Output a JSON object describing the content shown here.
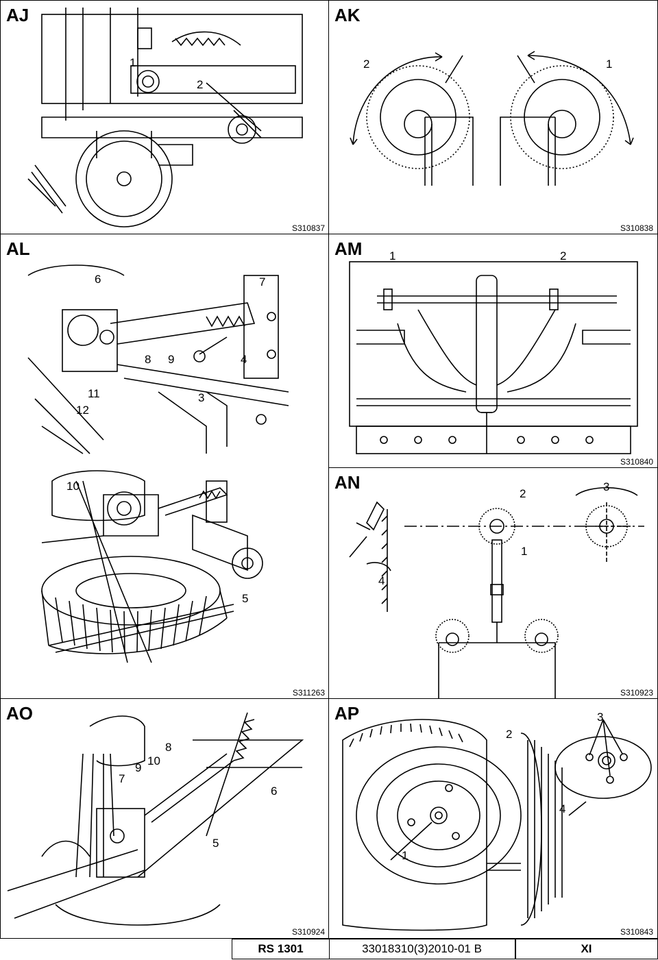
{
  "panels": [
    {
      "id": "AJ",
      "code": "S310837",
      "callouts": [
        "1",
        "2"
      ]
    },
    {
      "id": "AK",
      "code": "S310838",
      "callouts": [
        "2",
        "1"
      ]
    },
    {
      "id": "AL",
      "code": "S311263",
      "callouts": [
        "6",
        "7",
        "8",
        "9",
        "4",
        "11",
        "12",
        "3",
        "10",
        "5"
      ]
    },
    {
      "id": "AM",
      "code": "S310840",
      "callouts": [
        "1",
        "2"
      ]
    },
    {
      "id": "AN",
      "code": "S310923",
      "callouts": [
        "2",
        "3",
        "1",
        "4"
      ]
    },
    {
      "id": "AO",
      "code": "S310924",
      "callouts": [
        "8",
        "9",
        "10",
        "7",
        "6",
        "5"
      ]
    },
    {
      "id": "AP",
      "code": "S310843",
      "callouts": [
        "3",
        "2",
        "4",
        "1"
      ]
    }
  ],
  "footer": {
    "model": "RS 1301",
    "doc_number": "33018310(3)2010-01 B",
    "page": "XI"
  }
}
